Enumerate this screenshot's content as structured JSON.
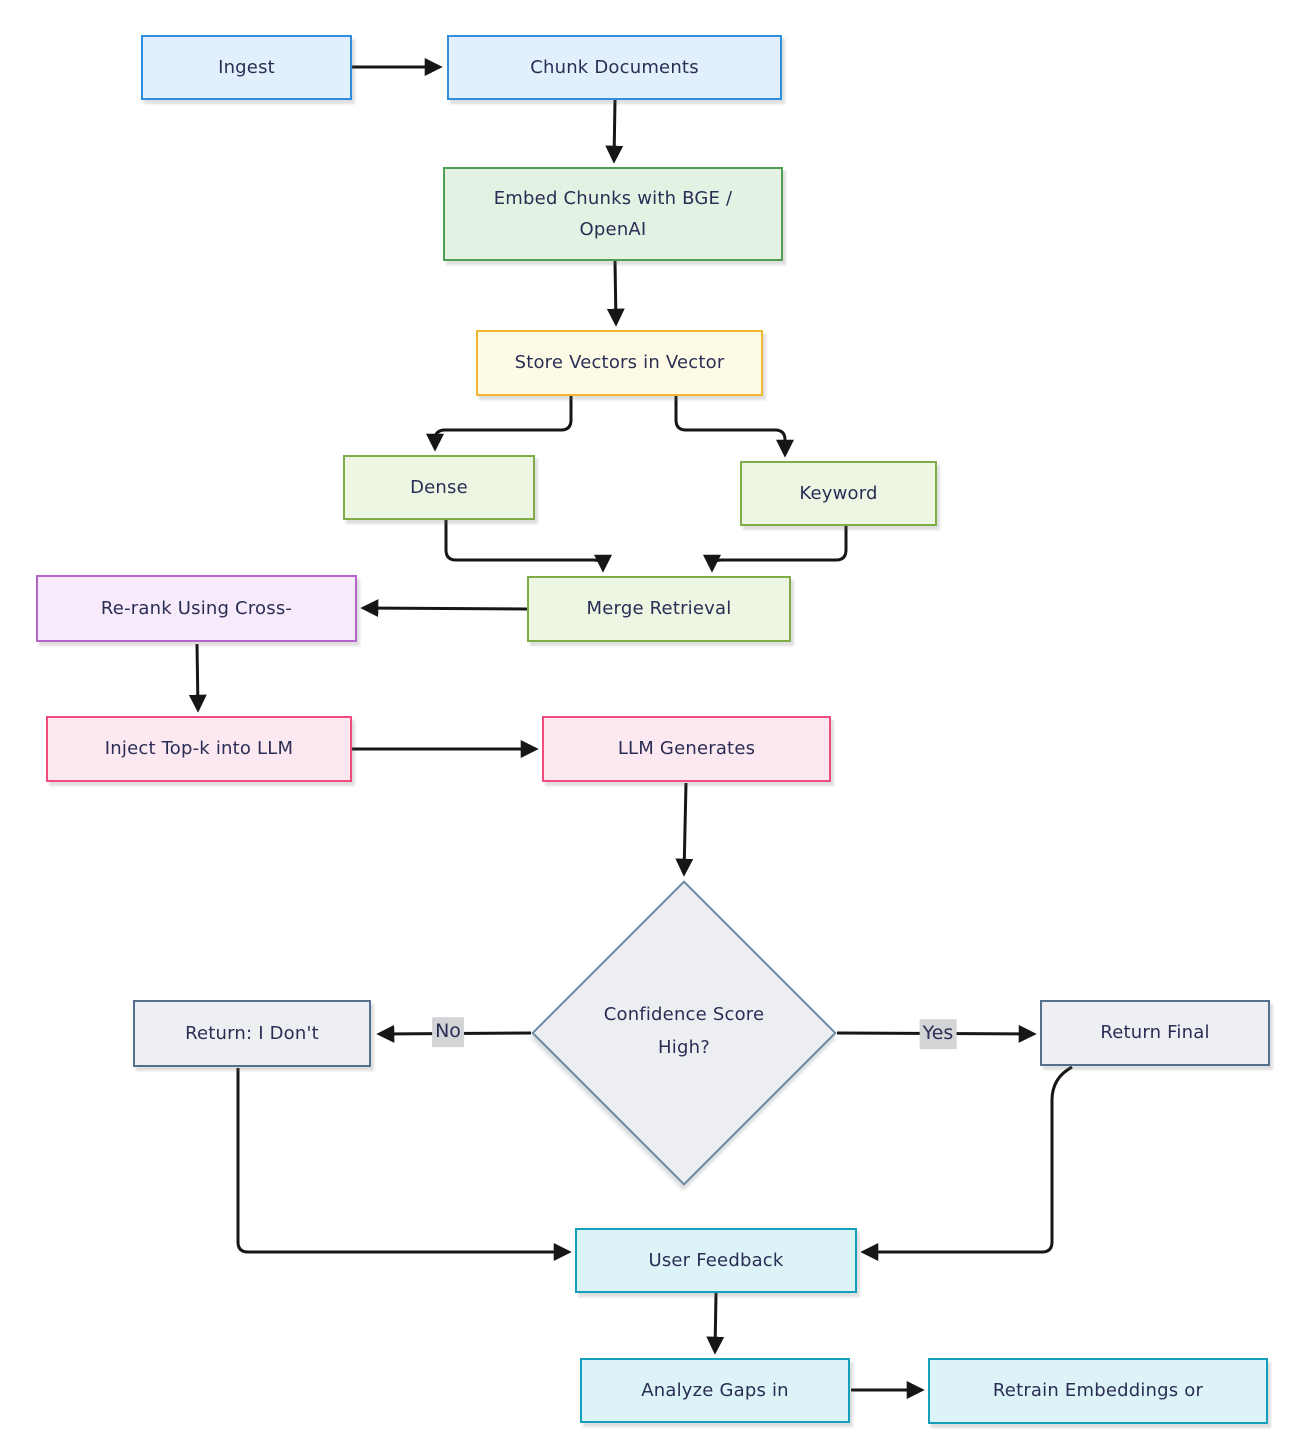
{
  "diagram": {
    "type": "flowchart",
    "nodes": {
      "ingest": {
        "label": "Ingest"
      },
      "chunk": {
        "label": "Chunk Documents"
      },
      "embed": {
        "label": "Embed Chunks with BGE / OpenAI"
      },
      "store": {
        "label": "Store Vectors in Vector"
      },
      "dense": {
        "label": "Dense"
      },
      "keyword": {
        "label": "Keyword"
      },
      "merge": {
        "label": "Merge Retrieval"
      },
      "rerank": {
        "label": "Re-rank Using Cross-"
      },
      "inject": {
        "label": "Inject Top-k into LLM"
      },
      "llm": {
        "label": "LLM Generates"
      },
      "confidence": {
        "label": "Confidence Score High?"
      },
      "return_idk": {
        "label": "Return: I Don't"
      },
      "return_final": {
        "label": "Return Final"
      },
      "feedback": {
        "label": "User Feedback"
      },
      "analyze": {
        "label": "Analyze Gaps in"
      },
      "retrain": {
        "label": "Retrain Embeddings or"
      }
    },
    "edge_labels": {
      "no": "No",
      "yes": "Yes"
    },
    "palette": {
      "blue_fill": "#E1F0FC",
      "blue_stroke": "#2E8FE0",
      "green_fill": "#E4F2E4",
      "green_stroke": "#4E9E54",
      "yellow_fill": "#FDFAE6",
      "yellow_stroke": "#F0B732",
      "lightgreen_fill": "#EDF5E3",
      "lightgreen_stroke": "#7FAC47",
      "purple_fill": "#F7EAFA",
      "purple_stroke": "#B564C8",
      "pink_fill": "#FCE8F0",
      "pink_stroke": "#EF4B7B",
      "gray_fill": "#EDEFF2",
      "gray_stroke": "#54708E",
      "diamond_fill": "#ECEEF2",
      "diamond_stroke": "#6C8AA5",
      "cyan_fill": "#DCF3F7",
      "cyan_stroke": "#12A0BC",
      "text": "#2A2E55",
      "edge": "#161616",
      "edge_label_bg": "#D3D4D6"
    }
  }
}
